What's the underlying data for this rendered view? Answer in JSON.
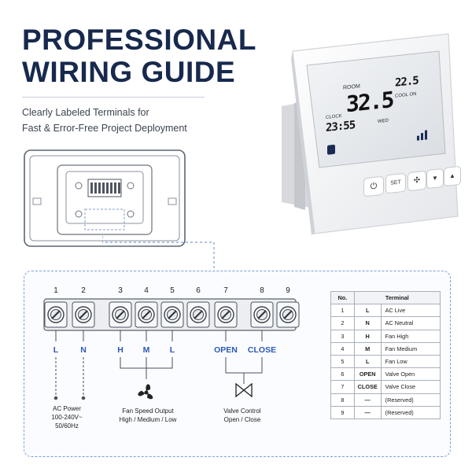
{
  "header": {
    "title_lines": [
      "PROFESSIONAL",
      "WIRING GUIDE"
    ],
    "subtitle_lines": [
      "Clearly Labeled Terminals for",
      "Fast & Error-Free Project Deployment"
    ]
  },
  "device": {
    "screen": {
      "room_label": "ROOM",
      "big_temp": "32.5",
      "set_temp": "22.5",
      "cool_label": "COOL ON",
      "clock_label": "CLOCK",
      "time": "23:55",
      "day": "WED"
    },
    "buttons": [
      {
        "name": "power",
        "label": "⏻"
      },
      {
        "name": "set",
        "label": "SET"
      },
      {
        "name": "fan",
        "label": "✣"
      },
      {
        "name": "down",
        "label": "▼"
      },
      {
        "name": "up",
        "label": "▲"
      }
    ]
  },
  "terminal_block": {
    "numbers": [
      "1",
      "2",
      "3",
      "4",
      "5",
      "6",
      "7",
      "8",
      "9"
    ],
    "labels": {
      "t1": "L",
      "t2": "N",
      "t3": "H",
      "t4": "M",
      "t5": "L",
      "t7": "OPEN",
      "t8": "CLOSE"
    },
    "captions": {
      "ac_power": [
        "AC Power",
        "100-240V~",
        "50/60Hz"
      ],
      "fan": [
        "Fan Speed Output",
        "High / Medium / Low"
      ],
      "valve": [
        "Valve Control",
        "Open / Close"
      ]
    }
  },
  "terminal_table": {
    "headers": [
      "No.",
      "Terminal"
    ],
    "rows": [
      {
        "no": "1",
        "code": "L",
        "desc": "AC Live"
      },
      {
        "no": "2",
        "code": "N",
        "desc": "AC Neutral"
      },
      {
        "no": "3",
        "code": "H",
        "desc": "Fan High"
      },
      {
        "no": "4",
        "code": "M",
        "desc": "Fan Medium"
      },
      {
        "no": "5",
        "code": "L",
        "desc": "Fan Low"
      },
      {
        "no": "6",
        "code": "OPEN",
        "desc": "Valve Open"
      },
      {
        "no": "7",
        "code": "CLOSE",
        "desc": "Valve Close"
      },
      {
        "no": "8",
        "code": "—",
        "desc": "(Reserved)"
      },
      {
        "no": "9",
        "code": "—",
        "desc": "(Reserved)"
      }
    ]
  },
  "colors": {
    "navy": "#17294d",
    "accent_blue": "#2b58b8",
    "dash_blue": "#7f9fd3"
  }
}
